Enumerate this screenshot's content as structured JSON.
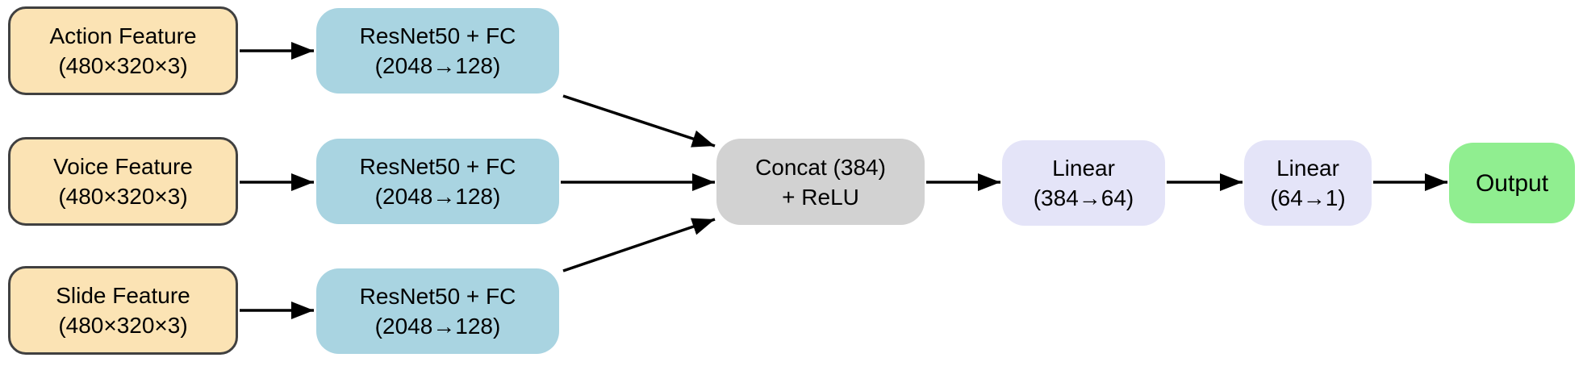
{
  "diagram": {
    "nodes": {
      "action": {
        "line1": "Action Feature",
        "line2": "(480×320×3)"
      },
      "voice": {
        "line1": "Voice Feature",
        "line2": "(480×320×3)"
      },
      "slide": {
        "line1": "Slide Feature",
        "line2": "(480×320×3)"
      },
      "resnet1": {
        "line1": "ResNet50 + FC",
        "line2": "(2048→128)"
      },
      "resnet2": {
        "line1": "ResNet50 + FC",
        "line2": "(2048→128)"
      },
      "resnet3": {
        "line1": "ResNet50 + FC",
        "line2": "(2048→128)"
      },
      "concat": {
        "line1": "Concat (384)",
        "line2": "+ ReLU"
      },
      "linear1": {
        "line1": "Linear",
        "line2": "(384→64)"
      },
      "linear2": {
        "line1": "Linear",
        "line2": "(64→1)"
      },
      "output": {
        "line1": "Output"
      }
    },
    "edges": [
      {
        "from": "action",
        "to": "resnet1"
      },
      {
        "from": "voice",
        "to": "resnet2"
      },
      {
        "from": "slide",
        "to": "resnet3"
      },
      {
        "from": "resnet1",
        "to": "concat"
      },
      {
        "from": "resnet2",
        "to": "concat"
      },
      {
        "from": "resnet3",
        "to": "concat"
      },
      {
        "from": "concat",
        "to": "linear1"
      },
      {
        "from": "linear1",
        "to": "linear2"
      },
      {
        "from": "linear2",
        "to": "output"
      }
    ],
    "palette": {
      "input_fill": "#FBE3B4",
      "input_border": "#404040",
      "resnet_fill": "#A9D4E1",
      "concat_fill": "#D2D2D2",
      "linear_fill": "#E4E4F8",
      "output_fill": "#90EE90",
      "arrow": "#000000",
      "text": "#000000",
      "background": "#FFFFFF"
    }
  }
}
